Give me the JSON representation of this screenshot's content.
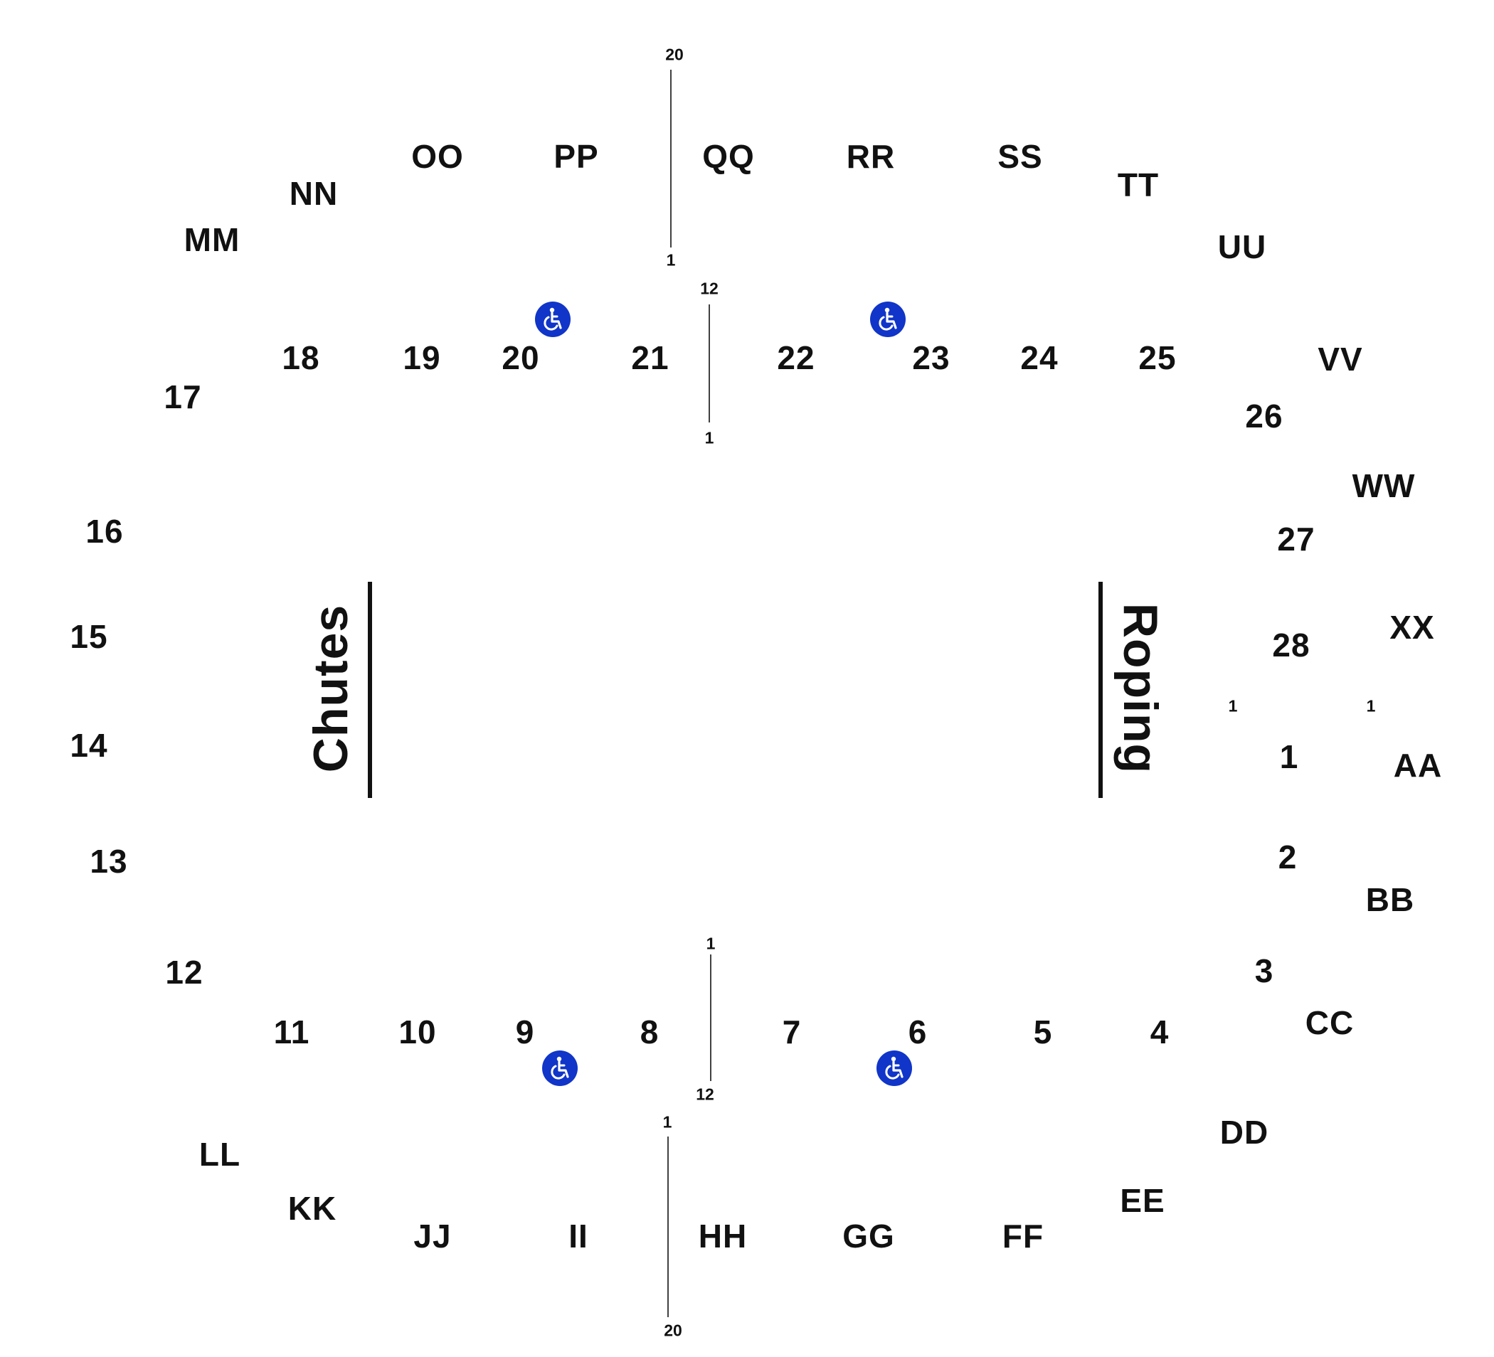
{
  "map": {
    "end_labels": {
      "left": "Chutes",
      "right": "Roping"
    },
    "upper_sections": [
      "MM",
      "NN",
      "OO",
      "PP",
      "QQ",
      "RR",
      "SS",
      "TT",
      "UU",
      "VV",
      "WW",
      "XX"
    ],
    "lower_sections": [
      "AA",
      "BB",
      "CC",
      "DD",
      "EE",
      "FF",
      "GG",
      "HH",
      "II",
      "JJ",
      "KK",
      "LL"
    ],
    "lower_bowl_sections": [
      "1",
      "2",
      "3",
      "4",
      "5",
      "6",
      "7",
      "8",
      "9",
      "10",
      "11",
      "12",
      "13",
      "14",
      "15",
      "16",
      "17",
      "18",
      "19",
      "20",
      "21",
      "22",
      "23",
      "24",
      "25",
      "26",
      "27",
      "28"
    ],
    "row_markers": {
      "top_upper": {
        "first": "1",
        "last": "20"
      },
      "top_lower": {
        "first": "1",
        "last": "12"
      },
      "bottom_lower": {
        "first": "1",
        "last": "12"
      },
      "bottom_upper": {
        "first": "1",
        "last": "20"
      },
      "right_lower": "1",
      "right_upper": "1"
    },
    "accessible_icon": "wheelchair-icon",
    "colors": {
      "accessible": "#1035C8",
      "text": "#111111"
    }
  }
}
